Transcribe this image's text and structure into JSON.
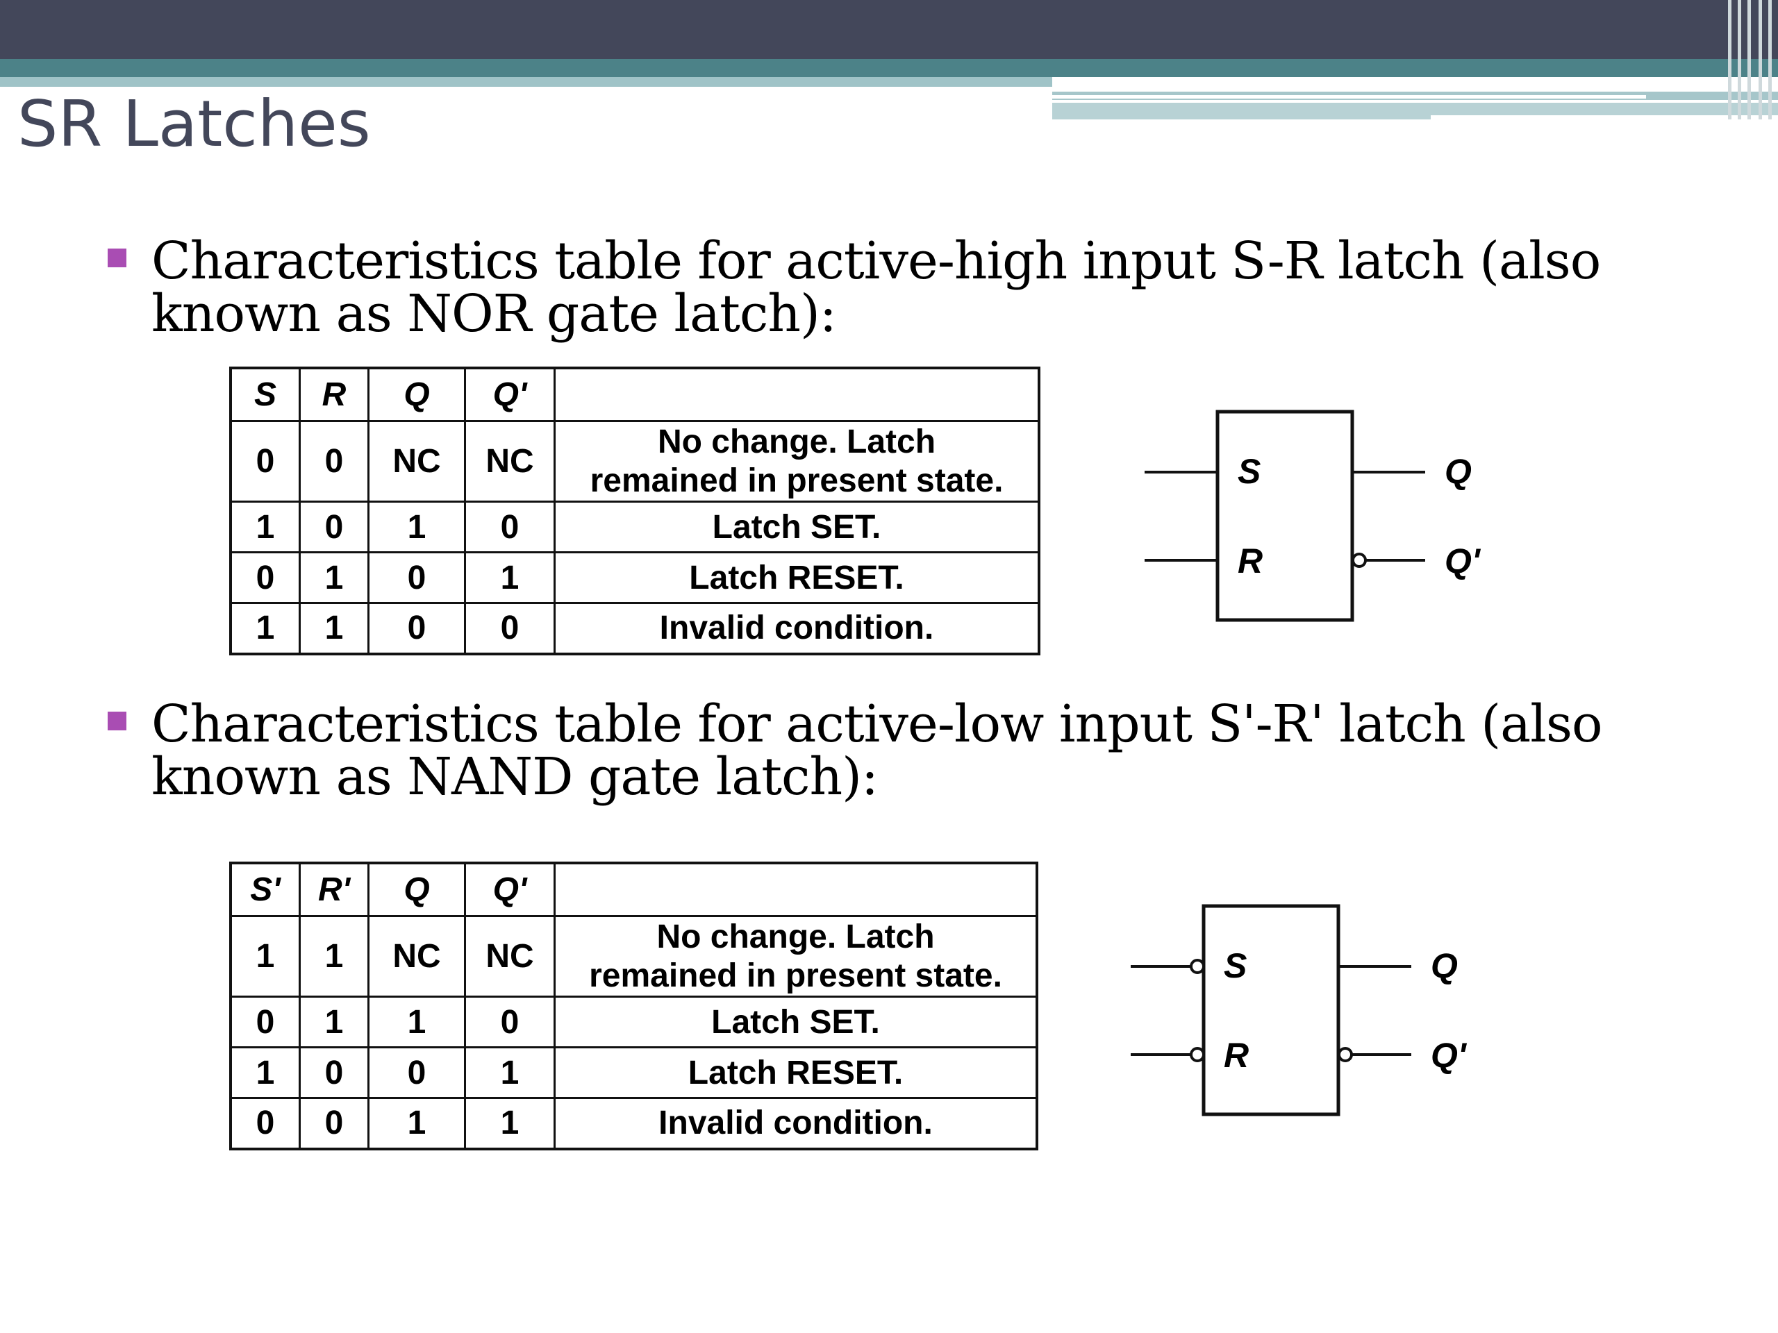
{
  "slide": {
    "title": "SR Latches",
    "bullets": [
      {
        "line1": "Characteristics table for active-high input S-R latch (also",
        "line2": "known as NOR gate latch):"
      },
      {
        "line1": "Characteristics table for active-low input S'-R' latch (also",
        "line2": "known as NAND gate latch):"
      }
    ]
  },
  "tables": [
    {
      "headers": [
        "S",
        "R",
        "Q",
        "Q'",
        ""
      ],
      "rows": [
        {
          "a": "0",
          "b": "0",
          "q": "NC",
          "qn": "NC",
          "desc1": "No change.  Latch",
          "desc2": "remained in present state."
        },
        {
          "a": "1",
          "b": "0",
          "q": "1",
          "qn": "0",
          "desc1": "Latch SET.",
          "desc2": ""
        },
        {
          "a": "0",
          "b": "1",
          "q": "0",
          "qn": "1",
          "desc1": "Latch RESET.",
          "desc2": ""
        },
        {
          "a": "1",
          "b": "1",
          "q": "0",
          "qn": "0",
          "desc1": "Invalid condition.",
          "desc2": ""
        }
      ]
    },
    {
      "headers": [
        "S'",
        "R'",
        "Q",
        "Q'",
        ""
      ],
      "rows": [
        {
          "a": "1",
          "b": "1",
          "q": "NC",
          "qn": "NC",
          "desc1": "No change.  Latch",
          "desc2": "remained in present state."
        },
        {
          "a": "0",
          "b": "1",
          "q": "1",
          "qn": "0",
          "desc1": "Latch SET.",
          "desc2": ""
        },
        {
          "a": "1",
          "b": "0",
          "q": "0",
          "qn": "1",
          "desc1": "Latch RESET.",
          "desc2": ""
        },
        {
          "a": "0",
          "b": "0",
          "q": "1",
          "qn": "1",
          "desc1": "Invalid condition.",
          "desc2": ""
        }
      ]
    }
  ],
  "diagrams": [
    {
      "in1": "S",
      "in2": "R",
      "out1": "Q",
      "out2": "Q'"
    },
    {
      "in1": "S",
      "in2": "R",
      "out1": "Q",
      "out2": "Q'"
    }
  ],
  "colors": {
    "title": "#43475a",
    "bullet": "#a94db3",
    "band_dark": "#43475a",
    "band_teal": "#4c8288"
  }
}
